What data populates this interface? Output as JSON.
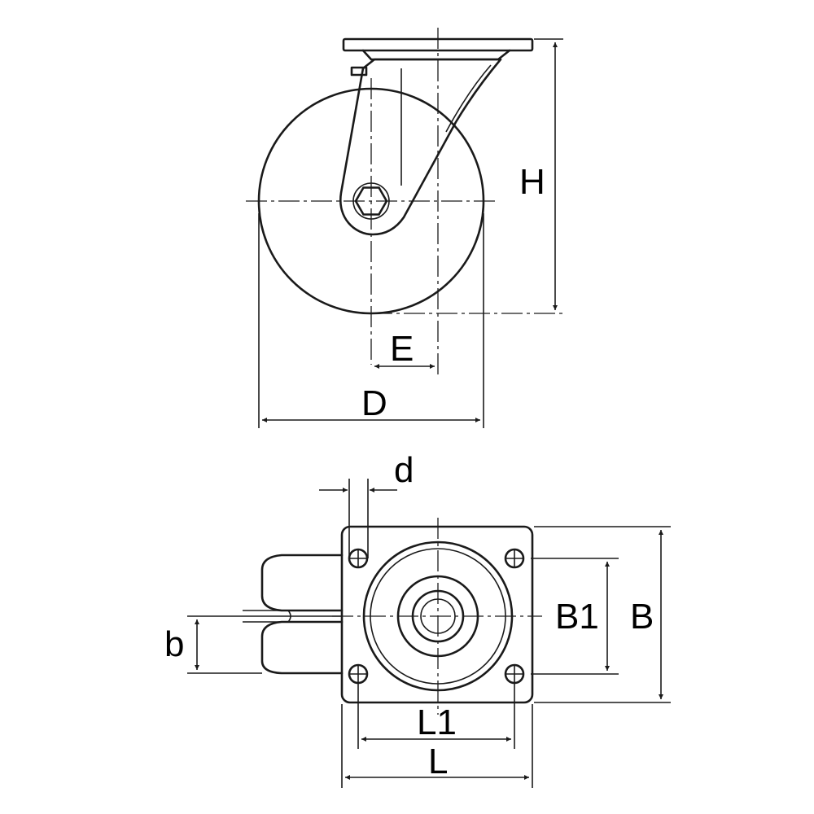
{
  "labels": {
    "H": "H",
    "E": "E",
    "D": "D",
    "d": "d",
    "B1": "B1",
    "B": "B",
    "b": "b",
    "L1": "L1",
    "L": "L"
  },
  "colors": {
    "line": "#1a1a1a",
    "background": "#ffffff"
  }
}
